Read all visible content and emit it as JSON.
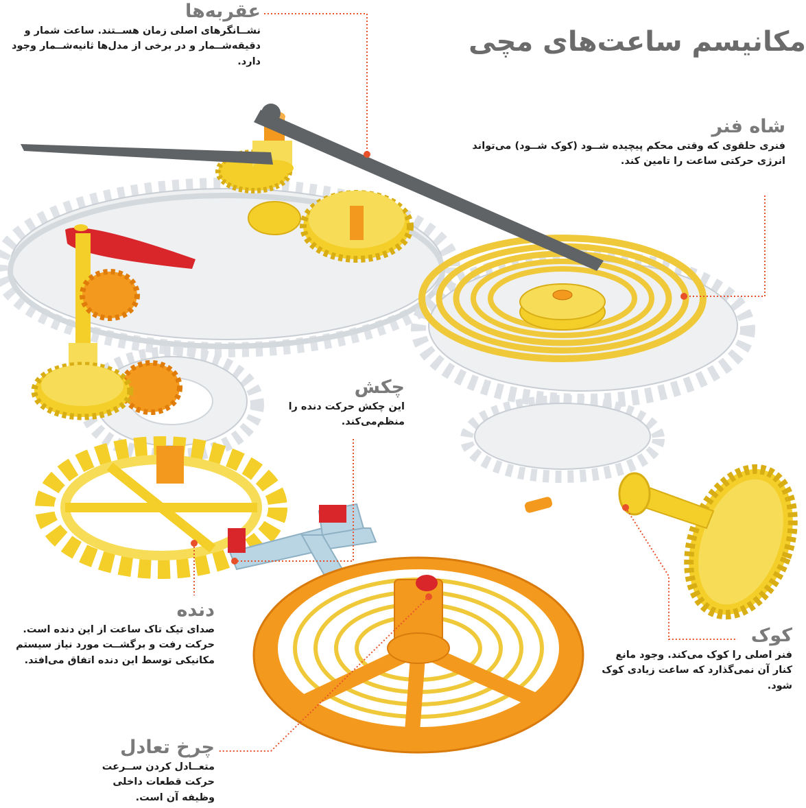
{
  "title": "مکانیسم ساعت‌های مچی",
  "labels": {
    "hands": {
      "heading": "عقربه‌ها",
      "body": "نشــانگرهای اصلی زمان هســتند. ساعت شمار و دقیقه‌شــمار و در برخی از مدل‌ها ثانیه‌شــمار وجود دارد."
    },
    "mainspring": {
      "heading": "شاه فنر",
      "body": "فنری حلقوی که وقتی محکم پیچیده شــود (کوک شــود) می‌تواند انرژی حرکتی ساعت را تامین کند."
    },
    "pallet_fork": {
      "heading": "چکش",
      "body": "این چکش حرکت دنده را منظم‌می‌کند."
    },
    "escape_wheel": {
      "heading": "دنده",
      "body": "صدای تیک تاک ساعت از این دنده است. حرکت رفت و برگشــت مورد نیاز سیستم مکانیکی توسط این دنده اتفاق می‌افتد."
    },
    "crown": {
      "heading": "کوک",
      "body": "فنر اصلی را کوک می‌کند. وجود مانع کنار آن نمی‌گذارد که ساعت زیادی کوک شود."
    },
    "balance_wheel": {
      "heading": "چرخ تعادل",
      "body": "متعــادل کردن ســرعت حرکت قطعات داخلی وظیفه آن است."
    }
  },
  "colors": {
    "gear_yellow": "#f4cf2a",
    "gear_white": "#eef0f2",
    "orange": "#f39a1e",
    "hand_gray": "#5f6366",
    "lever_red": "#d8262b",
    "fork_blue": "#b9d4e3",
    "accent_dot": "#e8502a",
    "heading_gray": "#7a7a7a"
  }
}
